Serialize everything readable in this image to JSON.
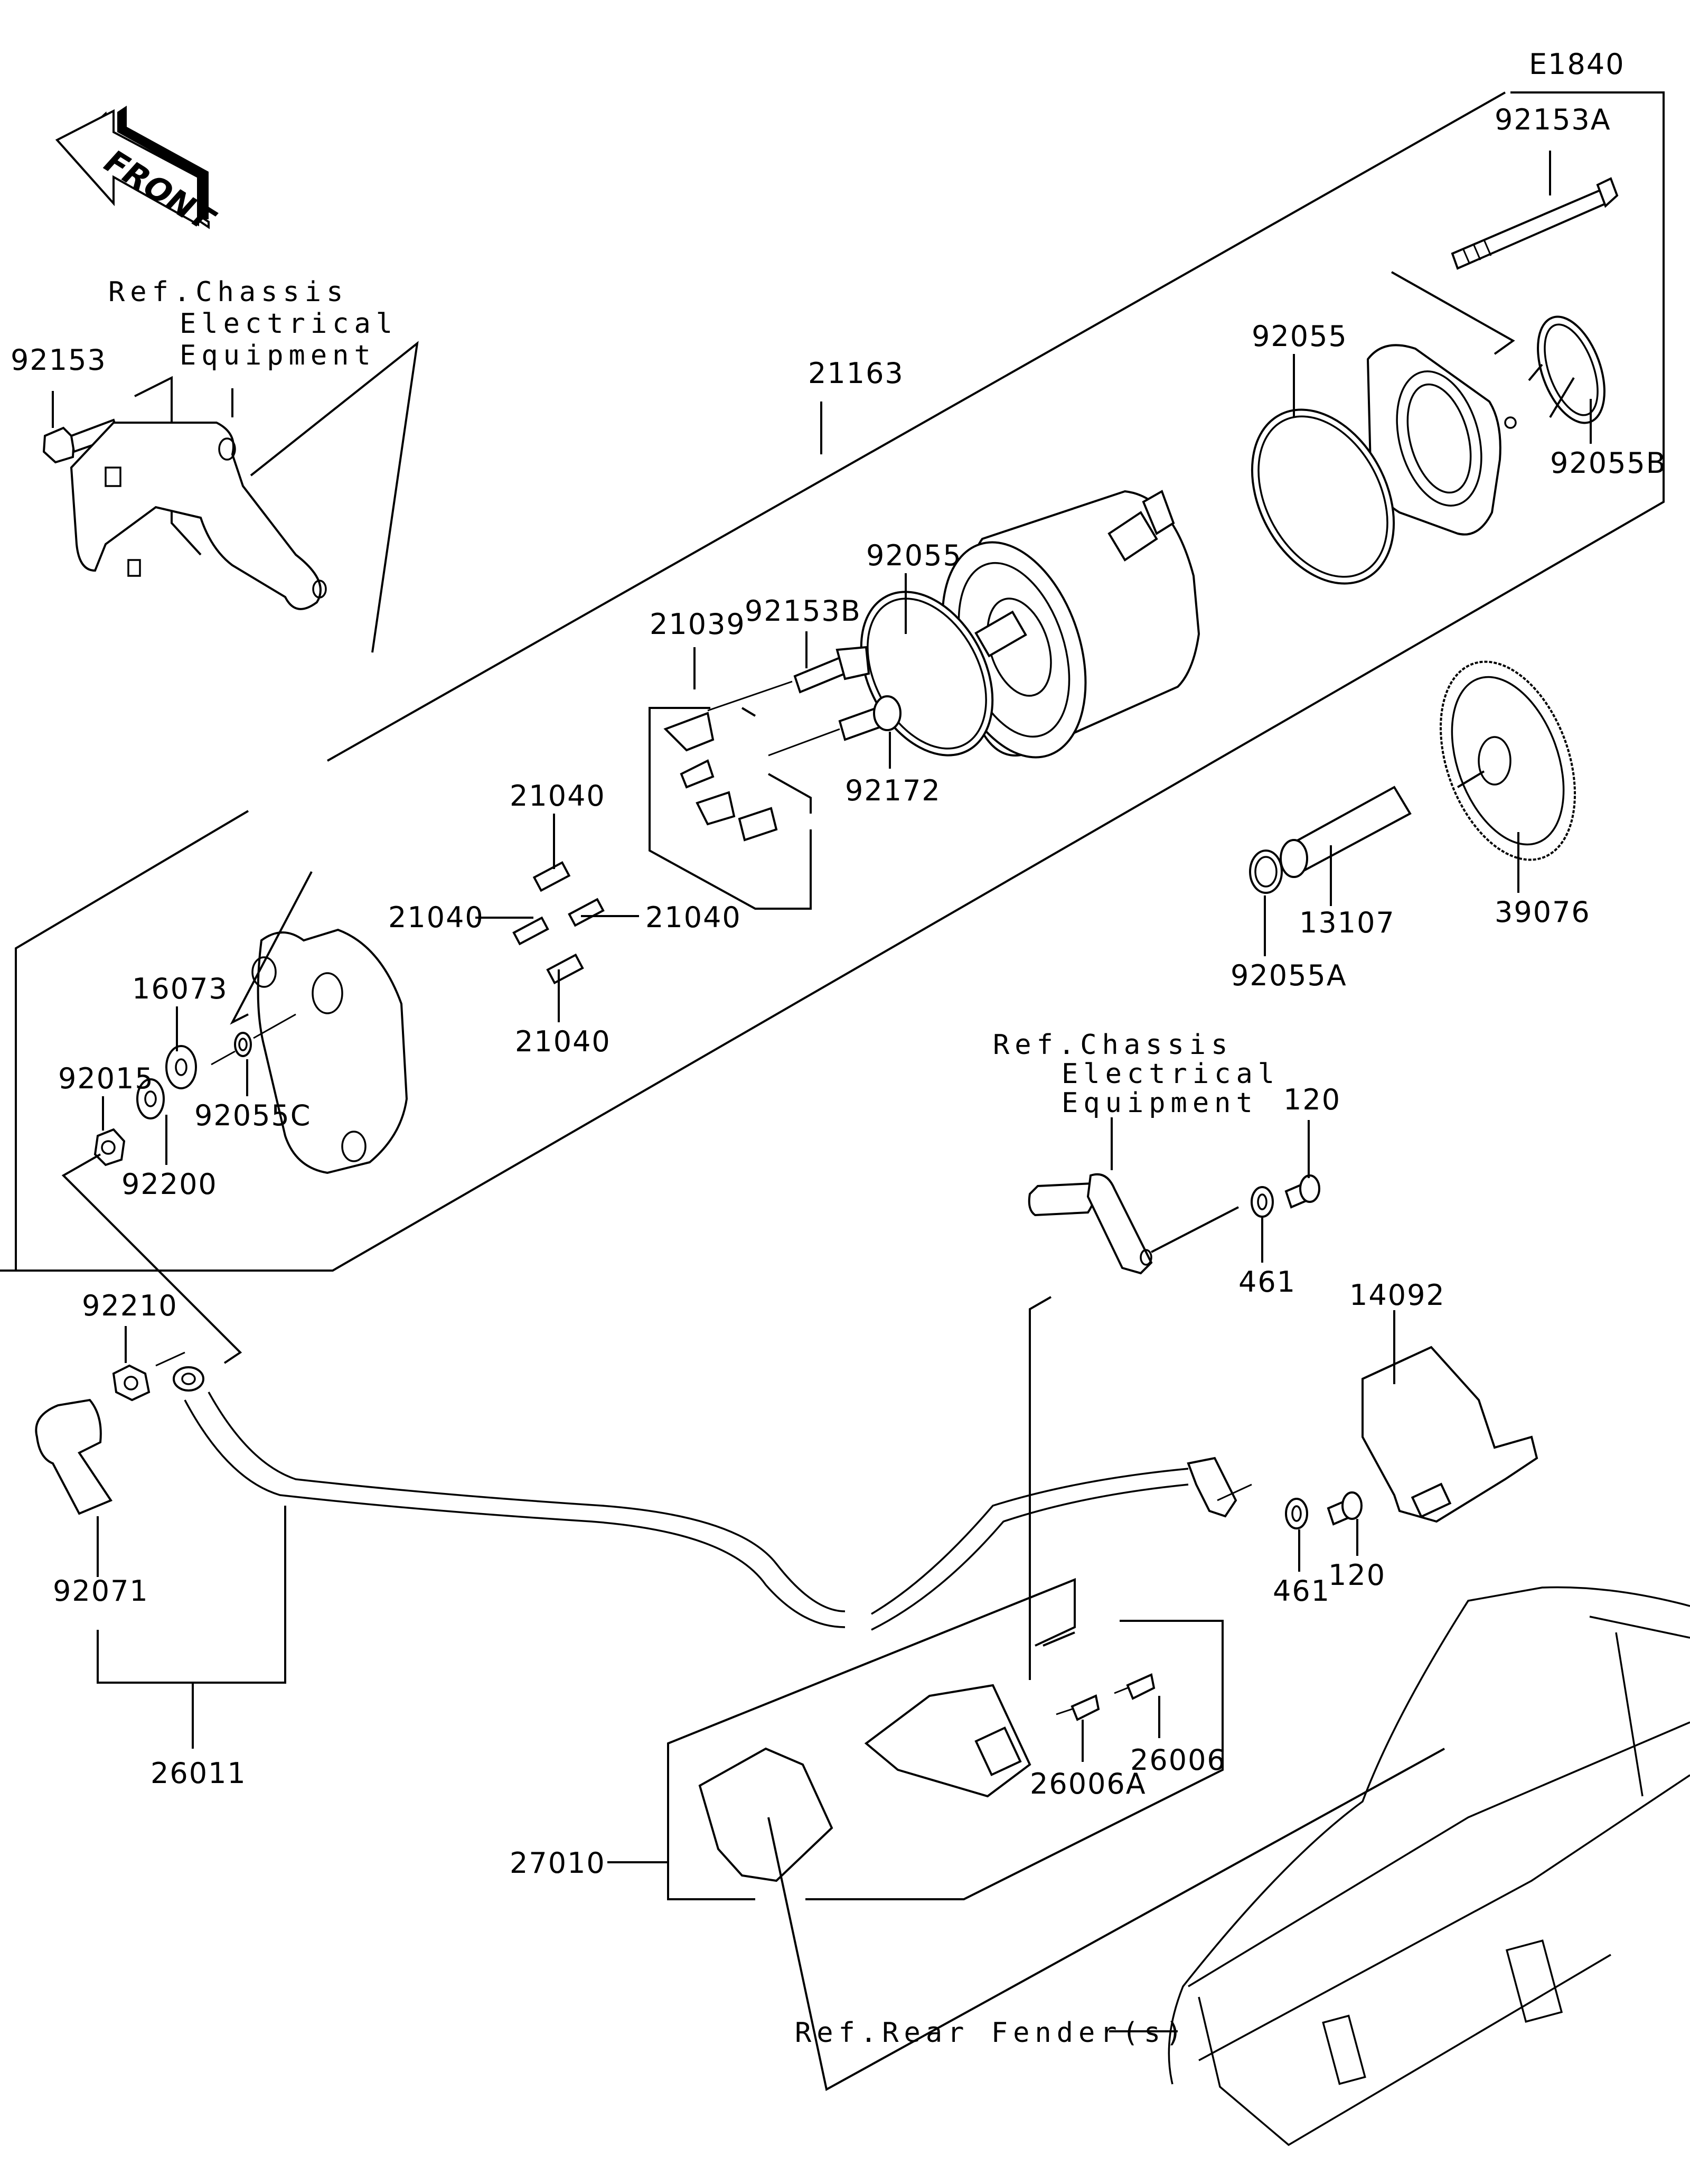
{
  "diagram": {
    "code": "E1840",
    "orientation_label": "FRONT",
    "parts": {
      "p92153A": "92153A",
      "p92055_top": "92055",
      "p92055B": "92055B",
      "p21163": "21163",
      "p92055_mid": "92055",
      "p92153B": "92153B",
      "p21039": "21039",
      "p92172": "92172",
      "p39076": "39076",
      "p13107": "13107",
      "p92055A": "92055A",
      "p21040_a": "21040",
      "p21040_b": "21040",
      "p21040_c": "21040",
      "p21040_d": "21040",
      "p16073": "16073",
      "p92015": "92015",
      "p92055C": "92055C",
      "p92200": "92200",
      "p92153": "92153",
      "p120_top": "120",
      "p461_top": "461",
      "p14092": "14092",
      "p461_bot": "461",
      "p120_bot": "120",
      "p92210": "92210",
      "p92071": "92071",
      "p26011": "26011",
      "p26006": "26006",
      "p26006A": "26006A",
      "p27010": "27010"
    },
    "references": {
      "chassis_top": [
        "Ref.Chassis",
        "Electrical",
        "Equipment"
      ],
      "chassis_mid": [
        "Ref.Chassis",
        "Electrical",
        "Equipment"
      ],
      "rear_fender": "Ref.Rear Fender(s)"
    }
  }
}
